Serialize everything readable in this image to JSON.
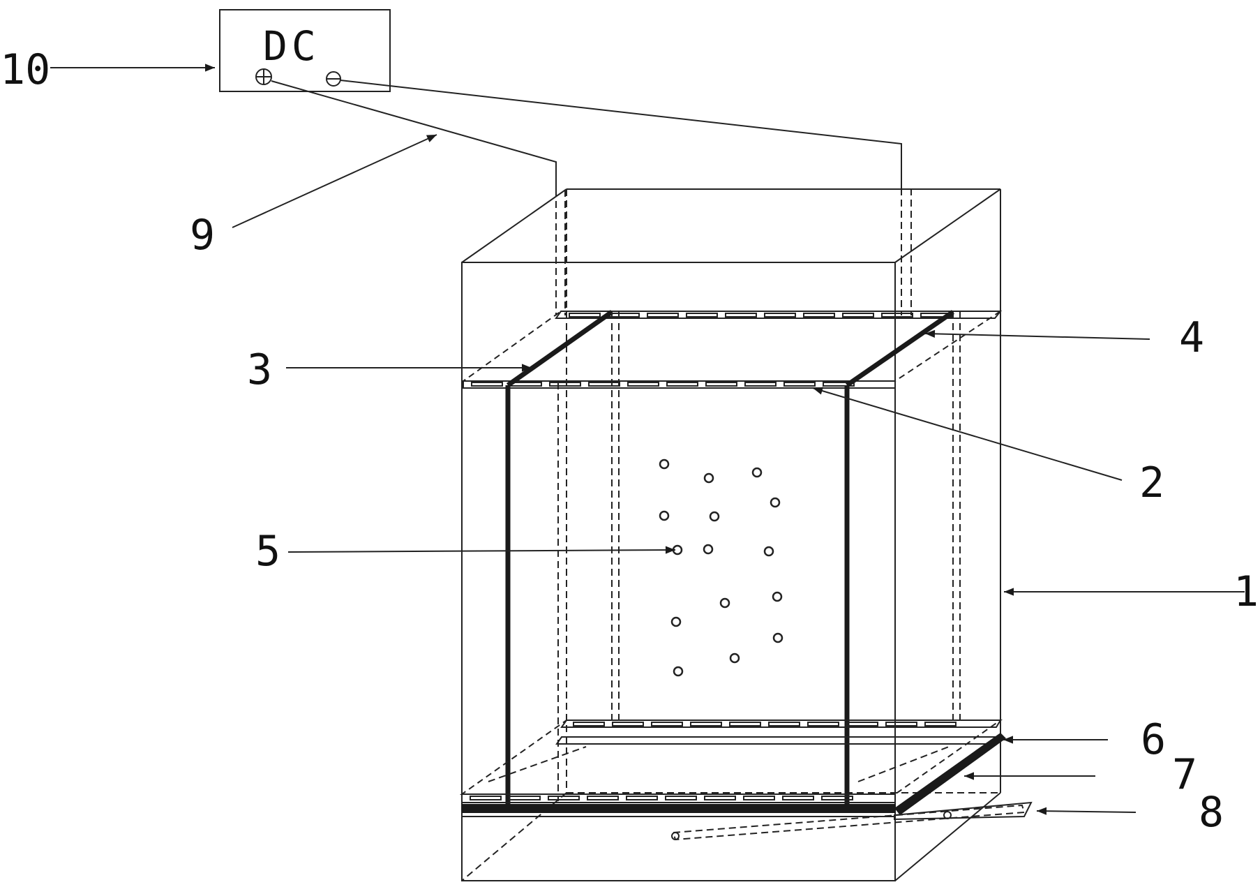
{
  "power_supply": {
    "label": "DC"
  },
  "callouts": [
    {
      "id": "1",
      "label": "1"
    },
    {
      "id": "2",
      "label": "2"
    },
    {
      "id": "3",
      "label": "3"
    },
    {
      "id": "4",
      "label": "4"
    },
    {
      "id": "5",
      "label": "5"
    },
    {
      "id": "6",
      "label": "6"
    },
    {
      "id": "7",
      "label": "7"
    },
    {
      "id": "8",
      "label": "8"
    },
    {
      "id": "9",
      "label": "9"
    },
    {
      "id": "10",
      "label": "10"
    }
  ],
  "colors": {
    "ink": "#1a1a1a",
    "background": "#ffffff"
  },
  "icons": [
    "positive-terminal-icon",
    "negative-terminal-icon",
    "arrowhead-icon",
    "bubble-icon"
  ]
}
